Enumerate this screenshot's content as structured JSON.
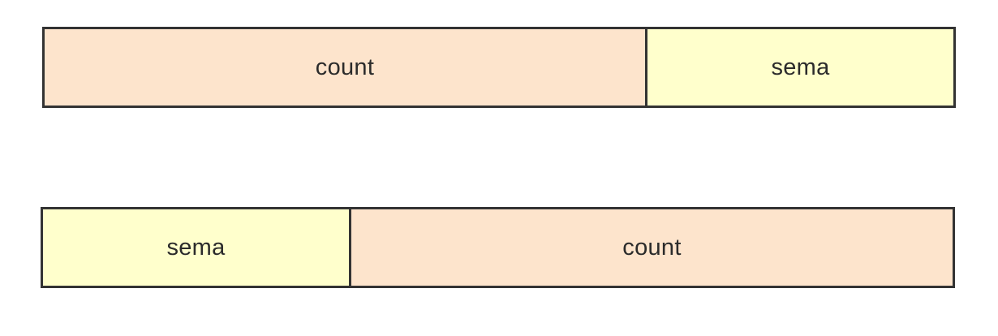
{
  "rows": [
    {
      "segments": [
        {
          "label": "count",
          "kind": "count"
        },
        {
          "label": "sema",
          "kind": "sema"
        }
      ]
    },
    {
      "segments": [
        {
          "label": "sema",
          "kind": "sema"
        },
        {
          "label": "count",
          "kind": "count"
        }
      ]
    }
  ],
  "colors": {
    "count_fill": "#fde4cc",
    "sema_fill": "#ffffcc",
    "border": "#333333",
    "text": "#2b2b2b"
  }
}
